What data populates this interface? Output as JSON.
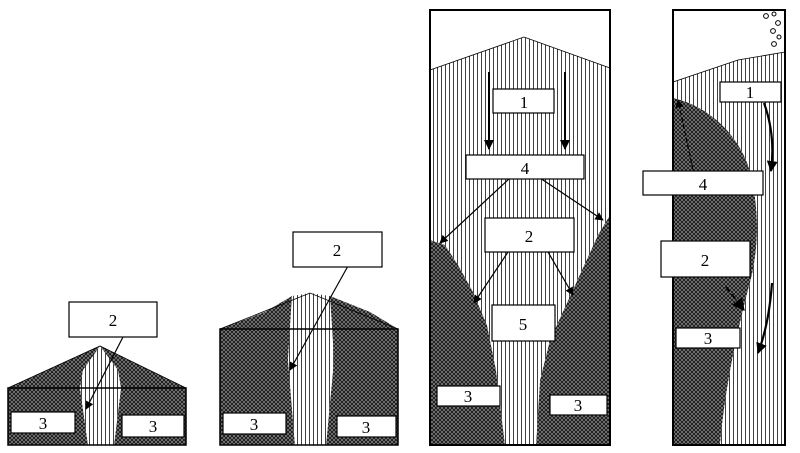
{
  "panels": [
    {
      "id": "stage-a",
      "labels": [
        {
          "key": "a-2",
          "text": "2"
        },
        {
          "key": "a-3-left",
          "text": "3"
        },
        {
          "key": "a-3-right",
          "text": "3"
        }
      ]
    },
    {
      "id": "stage-b",
      "labels": [
        {
          "key": "b-2",
          "text": "2"
        },
        {
          "key": "b-3-left",
          "text": "3"
        },
        {
          "key": "b-3-right",
          "text": "3"
        }
      ]
    },
    {
      "id": "stage-c",
      "labels": [
        {
          "key": "c-1",
          "text": "1"
        },
        {
          "key": "c-4",
          "text": "4"
        },
        {
          "key": "c-2",
          "text": "2"
        },
        {
          "key": "c-5",
          "text": "5"
        },
        {
          "key": "c-3-left",
          "text": "3"
        },
        {
          "key": "c-3-right",
          "text": "3"
        }
      ]
    },
    {
      "id": "stage-d",
      "labels": [
        {
          "key": "d-1",
          "text": "1"
        },
        {
          "key": "d-4",
          "text": "4"
        },
        {
          "key": "d-2",
          "text": "2"
        },
        {
          "key": "d-3",
          "text": "3"
        }
      ]
    }
  ],
  "colors": {
    "line": "#000000",
    "background": "#ffffff",
    "hatch": "#2a2a2a"
  },
  "patterns": {
    "stagnant_zone": "crosshatch-dense",
    "flowing_zone": "vertical-lines"
  }
}
